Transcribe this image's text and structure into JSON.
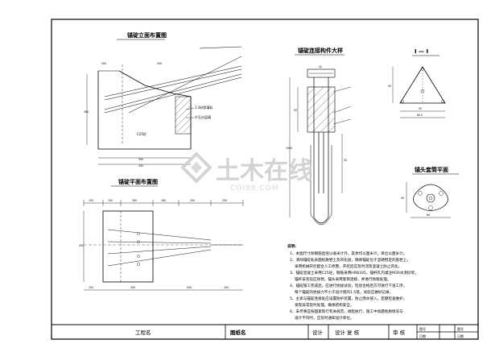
{
  "titles": {
    "elevation": "锚碇立面布置图",
    "plan": "锚碇平面布置图",
    "connection": "锚碇连接构件大样",
    "section": "I — I",
    "anchor_head": "锚头套筒平面"
  },
  "labels": {
    "concrete": "C25砼",
    "mortar": "1:3砂浆填料",
    "fill": "片石分层填"
  },
  "notes": {
    "title": "说明:",
    "lines": [
      "1、本图尺寸除钢筋直径以毫米计外，其余均以厘米计，单位以厘米计。",
      "2、清除锚碇处表面松散岩土及风化层，确保锚碇位于坚硬稳定的基岩上，",
      "　 采用机械开挖配合人工修整，开挖后应及时浇筑混凝土防止风化。",
      "3、锚碇混凝土采用C25砼，钢筋采用HRB335，锚杆孔内灌注M30水泥砂浆，",
      "　 锚杆安装前应除锈，锚头采用套筒连接，并进行防腐处理。",
      "4、锚碇施工完成后，应进行抗拔试验，检验合格后方可进行下道工序，",
      "　 每个锚碇的抗拔力不小于设计值的1.5倍，试验应做好记录。",
      "5、主索与锚碇连接处应设置防护装置，防止雨水侵入，定期检查维护，",
      "　 发现异常及时处理，确保结构安全。",
      "6、未尽事宜按国家现行有关规范、规程执行，施工中如遇地质情况与",
      "　 设计不符时，应及时通知设计单位。"
    ]
  },
  "title_block": {
    "project_label": "工程名",
    "drawing_label": "图纸名",
    "design": "设计",
    "review": "设计 复 核",
    "approve": "审 核",
    "sheet_no": "图号",
    "page": "图号",
    "date": "日期",
    "date2": "日期"
  },
  "watermark": {
    "brand": "土木在线",
    "url": "COI88.COM"
  }
}
